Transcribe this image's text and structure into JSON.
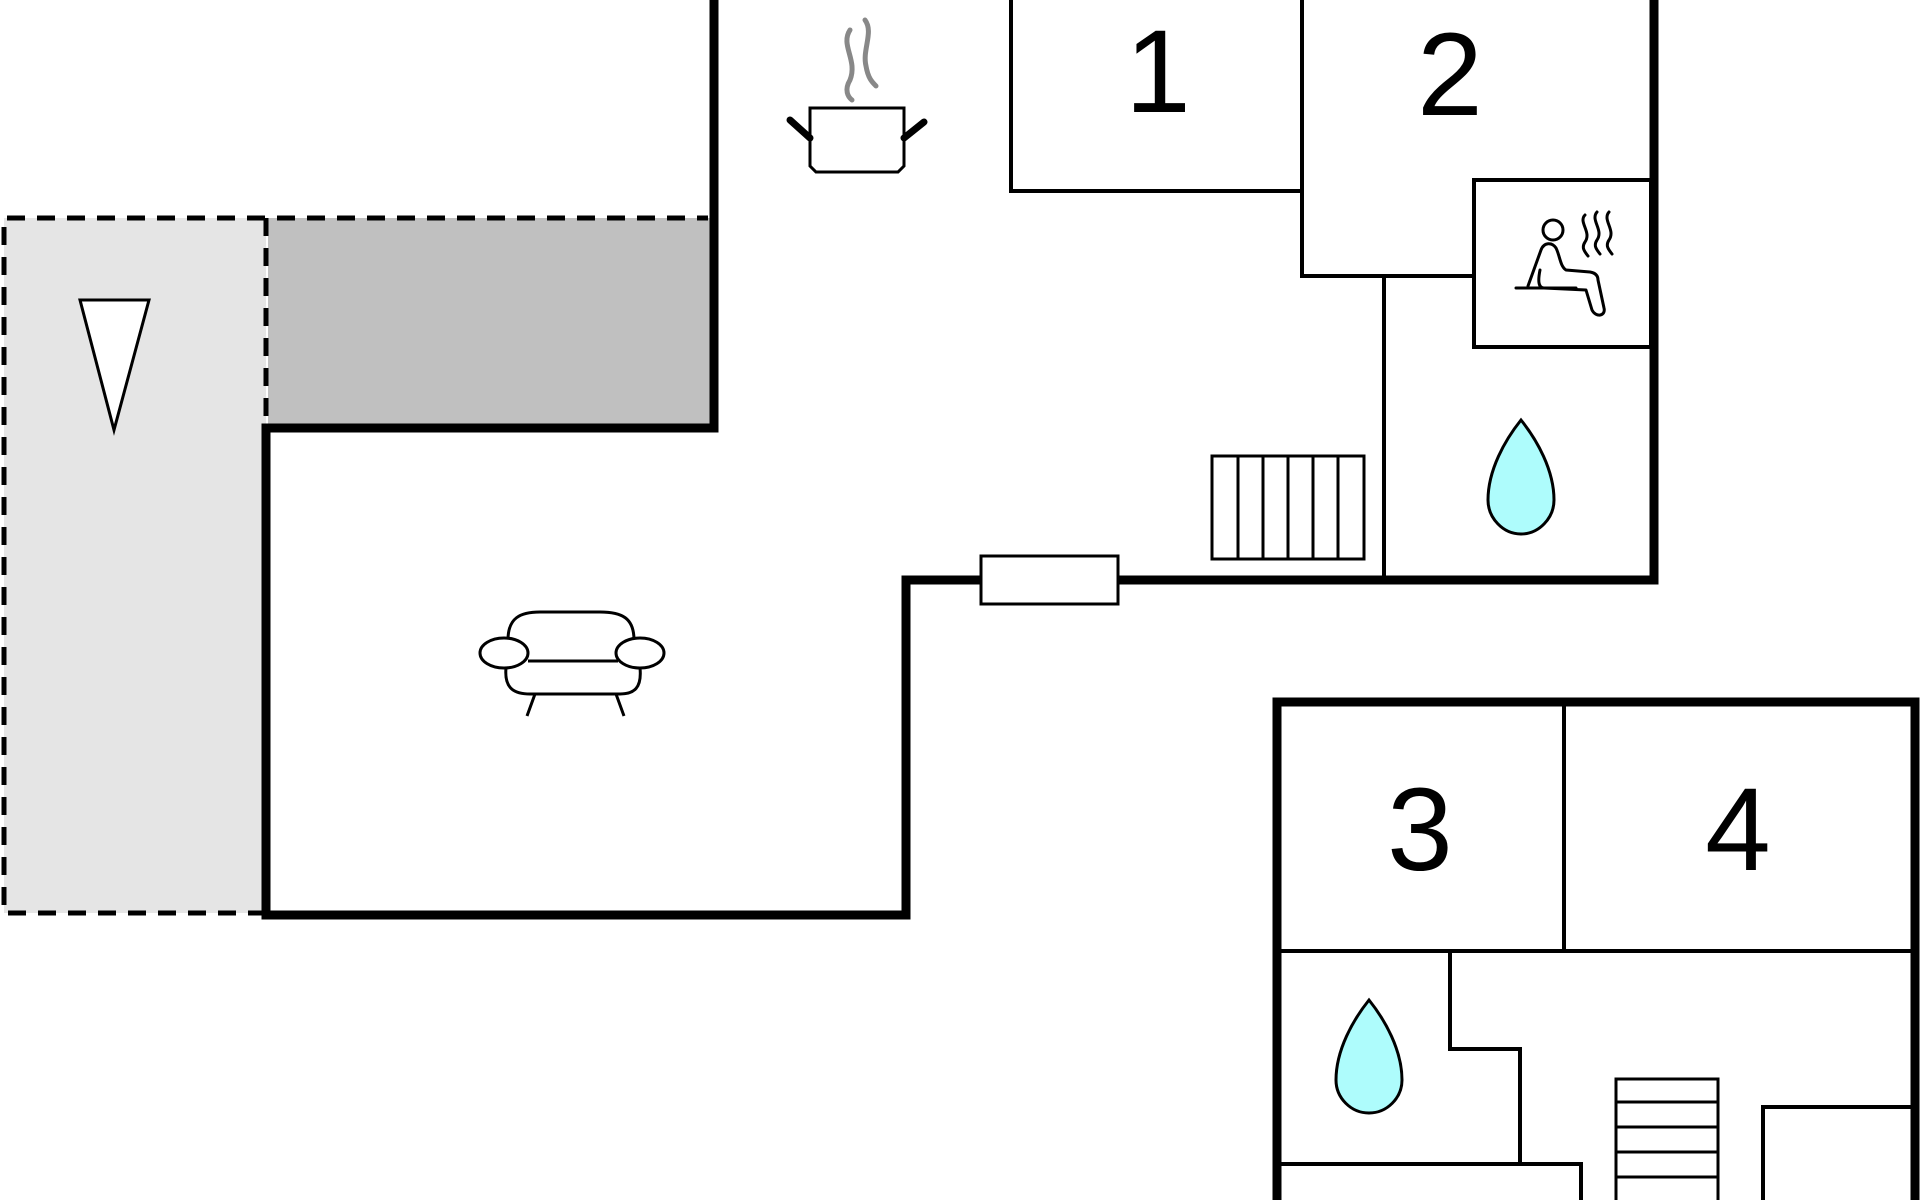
{
  "floorplan": {
    "rooms": [
      {
        "label": "1"
      },
      {
        "label": "2"
      },
      {
        "label": "3"
      },
      {
        "label": "4"
      }
    ],
    "icons": [
      {
        "name": "cooking-pot-icon",
        "room": "kitchen"
      },
      {
        "name": "sauna-icon",
        "room": "sauna"
      },
      {
        "name": "water-drop-icon",
        "room": "bathroom-upper"
      },
      {
        "name": "water-drop-icon",
        "room": "bathroom-lower"
      },
      {
        "name": "sofa-icon",
        "room": "living-room"
      },
      {
        "name": "north-arrow-icon",
        "room": "terrace"
      },
      {
        "name": "stairs-icon",
        "room": "hall"
      },
      {
        "name": "stairs-icon",
        "room": "lower-hall"
      },
      {
        "name": "window-icon",
        "room": "living-room"
      }
    ],
    "colors": {
      "wall": "#000000",
      "terrace": "#e5e5e5",
      "covered_area": "#c0c0c0",
      "water_drop": "#aefcfc",
      "steam": "#888888"
    }
  }
}
